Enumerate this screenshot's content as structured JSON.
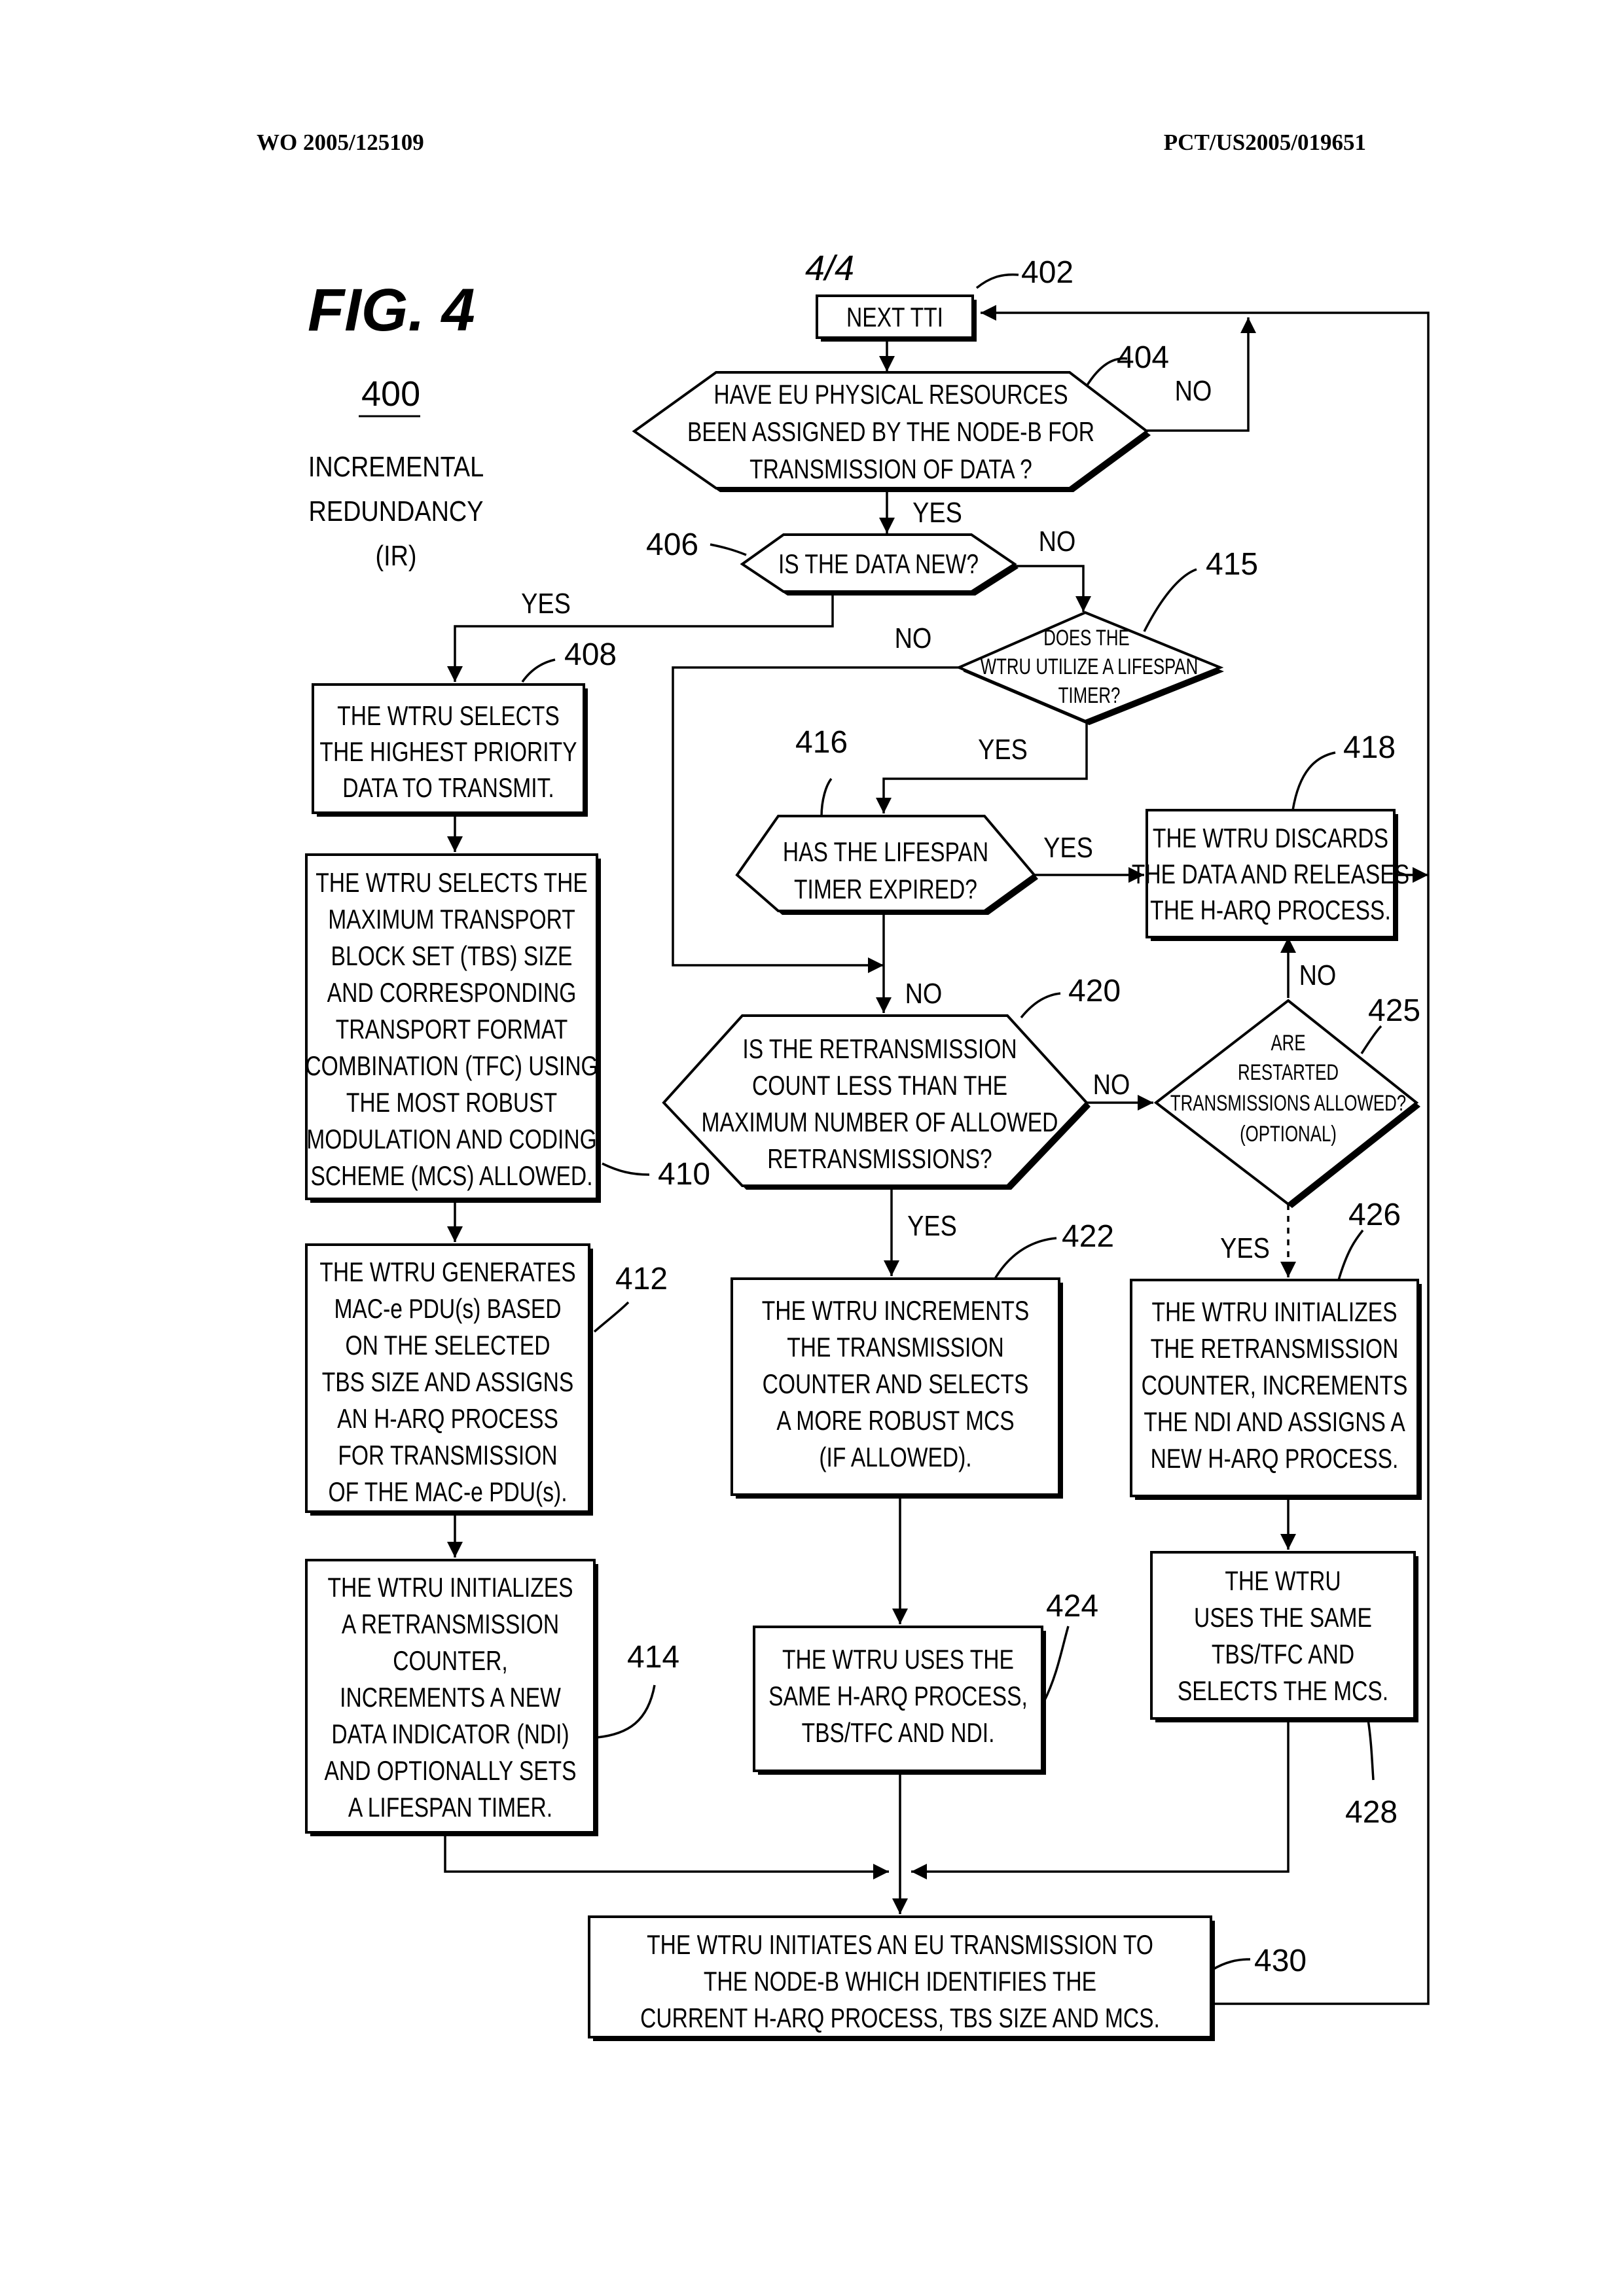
{
  "header": {
    "publication_number": "WO 2005/125109",
    "application_number": "PCT/US2005/019651"
  },
  "figure": {
    "sheet": "4/4",
    "title": "FIG. 4",
    "ref": "400",
    "caption": [
      "INCREMENTAL",
      "REDUNDANCY",
      "(IR)"
    ]
  },
  "steps": {
    "s402": {
      "ref": "402",
      "lines": [
        "NEXT TTI"
      ]
    },
    "s404": {
      "ref": "404",
      "lines": [
        "HAVE EU PHYSICAL RESOURCES",
        "BEEN ASSIGNED BY THE NODE-B FOR",
        "TRANSMISSION OF DATA ?"
      ]
    },
    "s406": {
      "ref": "406",
      "lines": [
        "IS THE DATA NEW?"
      ]
    },
    "s408": {
      "ref": "408",
      "lines": [
        "THE WTRU SELECTS",
        "THE HIGHEST PRIORITY",
        "DATA TO TRANSMIT."
      ]
    },
    "s410": {
      "ref": "410",
      "lines": [
        "THE WTRU SELECTS THE",
        "MAXIMUM TRANSPORT",
        "BLOCK SET (TBS) SIZE",
        "AND CORRESPONDING",
        "TRANSPORT FORMAT",
        "COMBINATION (TFC) USING",
        "THE MOST ROBUST",
        "MODULATION AND CODING",
        "SCHEME (MCS) ALLOWED."
      ]
    },
    "s412": {
      "ref": "412",
      "lines": [
        "THE WTRU GENERATES",
        "MAC-e PDU(s) BASED",
        "ON THE SELECTED",
        "TBS SIZE AND ASSIGNS",
        "AN H-ARQ PROCESS",
        "FOR TRANSMISSION",
        "OF THE MAC-e PDU(s)."
      ]
    },
    "s414": {
      "ref": "414",
      "lines": [
        "THE WTRU INITIALIZES",
        "A RETRANSMISSION",
        "COUNTER,",
        "INCREMENTS A NEW",
        "DATA INDICATOR (NDI)",
        "AND OPTIONALLY SETS",
        "A LIFESPAN TIMER."
      ]
    },
    "s415": {
      "ref": "415",
      "lines": [
        "DOES THE",
        "WTRU UTILIZE A LIFESPAN",
        "TIMER?"
      ]
    },
    "s416": {
      "ref": "416",
      "lines": [
        "HAS THE LIFESPAN",
        "TIMER EXPIRED?"
      ]
    },
    "s418": {
      "ref": "418",
      "lines": [
        "THE WTRU DISCARDS",
        "THE DATA AND RELEASES",
        "THE H-ARQ PROCESS."
      ]
    },
    "s420": {
      "ref": "420",
      "lines": [
        "IS THE RETRANSMISSION",
        "COUNT LESS THAN THE",
        "MAXIMUM NUMBER OF ALLOWED",
        "RETRANSMISSIONS?"
      ]
    },
    "s422": {
      "ref": "422",
      "lines": [
        "THE WTRU INCREMENTS",
        "THE TRANSMISSION",
        "COUNTER AND SELECTS",
        "A MORE ROBUST MCS",
        "(IF ALLOWED)."
      ]
    },
    "s424": {
      "ref": "424",
      "lines": [
        "THE WTRU USES THE",
        "SAME H-ARQ PROCESS,",
        "TBS/TFC AND NDI."
      ]
    },
    "s425": {
      "ref": "425",
      "lines": [
        "ARE",
        "RESTARTED",
        "TRANSMISSIONS ALLOWED?",
        "(OPTIONAL)"
      ]
    },
    "s426": {
      "ref": "426",
      "lines": [
        "THE WTRU INITIALIZES",
        "THE RETRANSMISSION",
        "COUNTER, INCREMENTS",
        "THE NDI AND ASSIGNS A",
        "NEW H-ARQ PROCESS."
      ]
    },
    "s428": {
      "ref": "428",
      "lines": [
        "THE WTRU",
        "USES THE SAME",
        "TBS/TFC AND",
        "SELECTS THE MCS."
      ]
    },
    "s430": {
      "ref": "430",
      "lines": [
        "THE WTRU INITIATES AN EU TRANSMISSION TO",
        "THE NODE-B WHICH IDENTIFIES THE",
        "CURRENT H-ARQ PROCESS, TBS SIZE AND MCS."
      ]
    }
  },
  "labels": {
    "yes": "YES",
    "no": "NO"
  }
}
